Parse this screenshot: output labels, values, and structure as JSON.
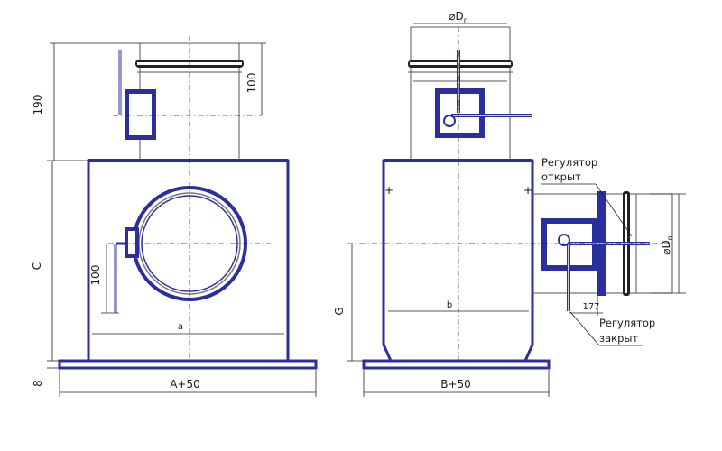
{
  "diagram": {
    "left_view": {
      "dims": {
        "height_top": "190",
        "collar": "100",
        "body_height": "C",
        "handle": "100",
        "inner_width": "a",
        "base_width": "A+50",
        "base_thickness": "8"
      }
    },
    "right_view": {
      "dims": {
        "duct_diameter_top": "⌀D",
        "duct_diameter_top_sub": "n",
        "duct_diameter_side": "⌀D",
        "duct_diameter_side_sub": "n",
        "inner_width": "b",
        "height_g": "G",
        "base_width": "B+50",
        "offset": "177"
      },
      "labels": {
        "regulator_open_line1": "Регулятор",
        "regulator_open_line2": "открыт",
        "regulator_closed_line1": "Регулятор",
        "regulator_closed_line2": "закрыт"
      }
    },
    "colors": {
      "outline": "#2b2f9e",
      "lines": "#222222"
    }
  }
}
